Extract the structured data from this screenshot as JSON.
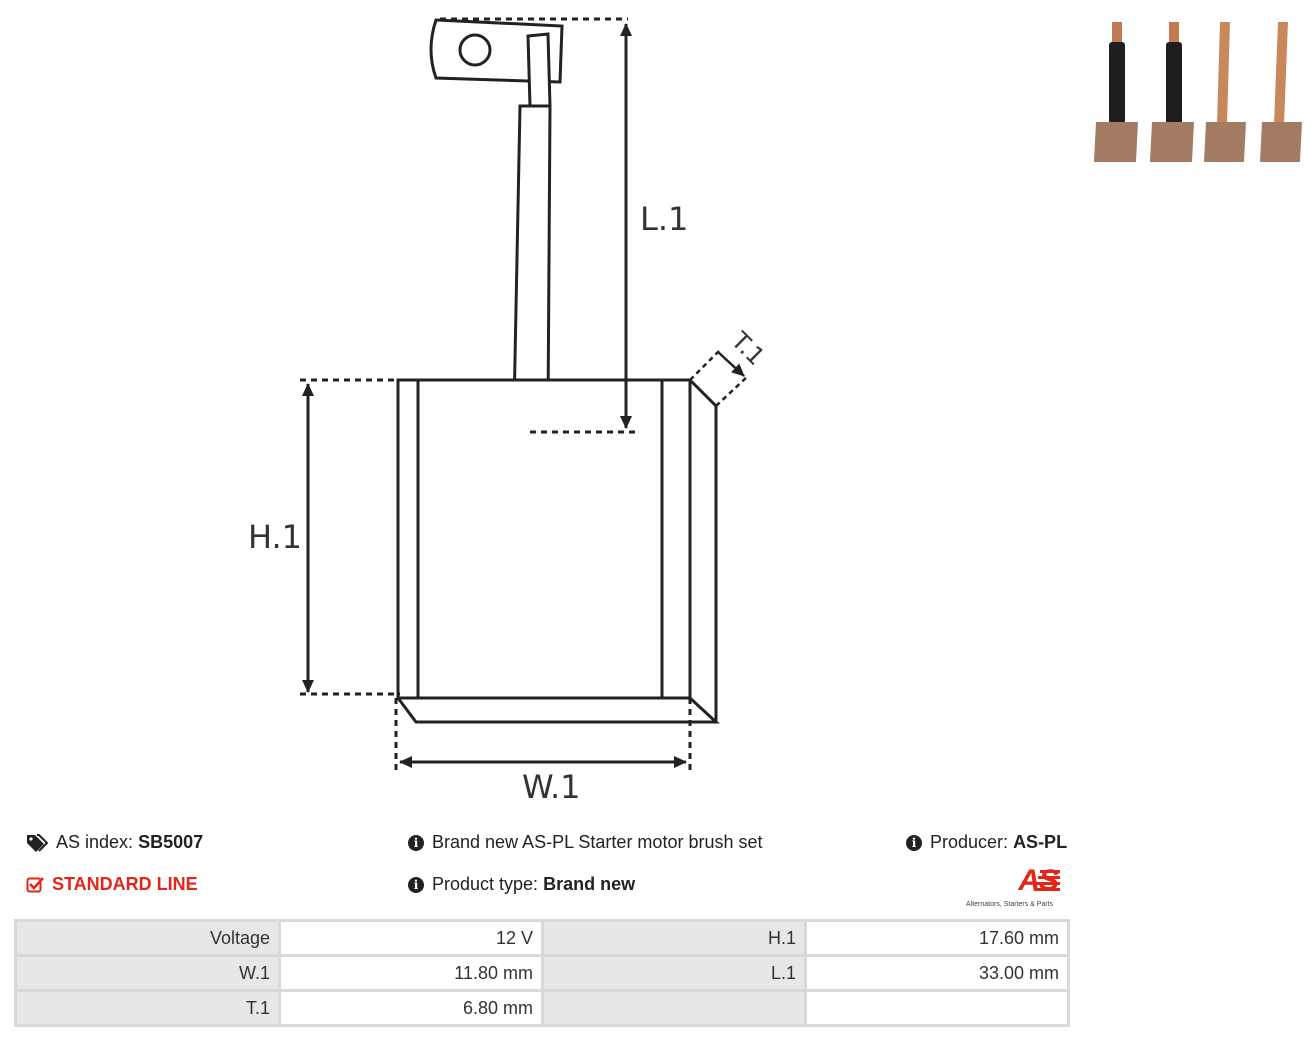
{
  "drawing": {
    "labels": {
      "l1": "L.1",
      "h1": "H.1",
      "w1": "W.1",
      "t1": "T.1"
    }
  },
  "product": {
    "index_label": "AS index:",
    "index_value": "SB5007",
    "line": "STANDARD LINE",
    "description": "Brand new AS-PL Starter motor brush set",
    "type_label": "Product type:",
    "type_value": "Brand new",
    "producer_label": "Producer:",
    "producer_value": "AS-PL"
  },
  "logo": {
    "mark": "AS",
    "tagline": "Alternators, Starters & Parts"
  },
  "specs": [
    {
      "k1": "Voltage",
      "v1": "12 V",
      "k2": "H.1",
      "v2": "17.60 mm"
    },
    {
      "k1": "W.1",
      "v1": "11.80 mm",
      "k2": "L.1",
      "v2": "33.00 mm"
    },
    {
      "k1": "T.1",
      "v1": "6.80 mm",
      "k2": "",
      "v2": ""
    }
  ],
  "colors": {
    "accent": "#e32619",
    "header_cell": "#e7e7e7",
    "border": "#d9d9d9"
  },
  "icons": {
    "tags": "tags-icon",
    "check": "check-square-icon",
    "info": "info-circle-icon"
  }
}
